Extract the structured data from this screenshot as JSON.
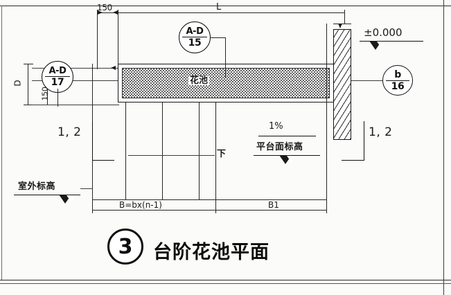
{
  "drawing": {
    "title_number": "3",
    "title_text": "台阶花池平面",
    "sheet_note": ""
  },
  "dimensions": {
    "top_left_offset": "150",
    "overall_length": "L",
    "left_depth": "D",
    "left_offset": "150",
    "bottom_span_left": "B=bx(n-1)",
    "bottom_span_right": "B1"
  },
  "bubbles": {
    "center_top": {
      "top": "A-D",
      "bottom": "15",
      "name": "detail-bubble-ad-15"
    },
    "left": {
      "top": "A-D",
      "bottom": "17",
      "name": "detail-bubble-ad-17"
    },
    "right": {
      "top": "b",
      "bottom": "16",
      "name": "detail-bubble-b-16"
    }
  },
  "labels": {
    "planter": "花池",
    "slope": "1%",
    "platform_elevation": "平台面标高",
    "outdoor_elevation": "室外标高",
    "datum_elevation": "±0.000",
    "down_arrow": "下",
    "section_left": "1, 2",
    "section_right": "1, 2"
  },
  "colors": {
    "ink": "#1b1b1b",
    "paper": "#fbfbf9",
    "hatch": "#2a2a2a"
  }
}
